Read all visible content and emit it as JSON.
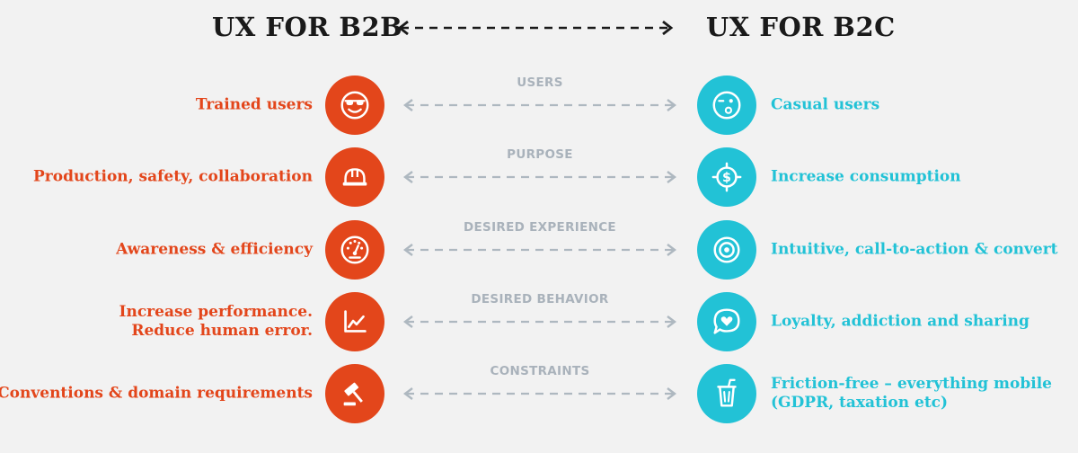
{
  "header": {
    "left_title": "UX FOR B2B",
    "right_title": "UX FOR B2C"
  },
  "colors": {
    "b2b": "#e3461b",
    "b2c": "#22c2d6",
    "connector": "#aeb8c0",
    "heading": "#1a1a1a",
    "background": "#f2f2f2"
  },
  "rows": [
    {
      "category": "USERS",
      "b2b": {
        "text": "Trained users",
        "icon": "nerd-glasses-face-icon"
      },
      "b2c": {
        "text": "Casual users",
        "icon": "winking-face-icon"
      }
    },
    {
      "category": "PURPOSE",
      "b2b": {
        "text": "Production, safety, collaboration",
        "icon": "hard-hat-icon"
      },
      "b2c": {
        "text": "Increase consumption",
        "icon": "dollar-target-icon"
      }
    },
    {
      "category": "DESIRED EXPERIENCE",
      "b2b": {
        "text": "Awareness & efficiency",
        "icon": "gauge-icon"
      },
      "b2c": {
        "text": "Intuitive, call-to-action & convert",
        "icon": "bullseye-icon"
      }
    },
    {
      "category": "DESIRED BEHAVIOR",
      "b2b": {
        "text_line1": "Increase performance.",
        "text_line2": "Reduce human error.",
        "icon": "line-chart-icon"
      },
      "b2c": {
        "text": "Loyalty, addiction and sharing",
        "icon": "heart-speech-bubble-icon"
      }
    },
    {
      "category": "CONSTRAINTS",
      "b2b": {
        "text": "Conventions & domain requirements",
        "icon": "gavel-icon"
      },
      "b2c": {
        "text_line1": "Friction-free – everything mobile",
        "text_line2": "(GDPR, taxation etc)",
        "icon": "drink-cup-icon"
      }
    }
  ]
}
